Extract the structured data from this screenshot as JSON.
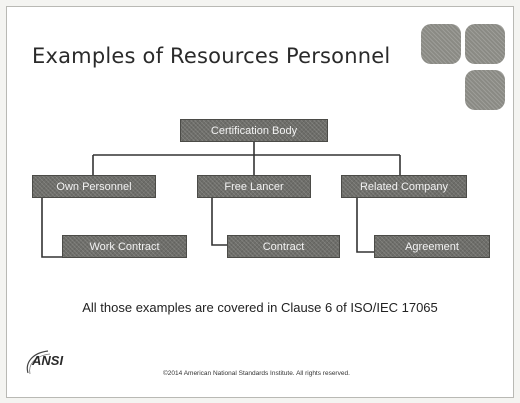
{
  "title": "Examples of Resources Personnel",
  "diagram": {
    "root": "Certification Body",
    "branches": [
      {
        "label": "Own Personnel",
        "child": "Work Contract"
      },
      {
        "label": "Free Lancer",
        "child": "Contract"
      },
      {
        "label": "Related Company",
        "child": "Agreement"
      }
    ]
  },
  "caption": "All those examples are covered in Clause 6 of ISO/IEC 17065",
  "footer": {
    "logo_text": "ANSI",
    "copyright": "©2014 American National Standards Institute.  All rights reserved."
  },
  "colors": {
    "box_fill": "#6e6e6a",
    "box_text": "#f2f2f2",
    "line": "#333333"
  }
}
